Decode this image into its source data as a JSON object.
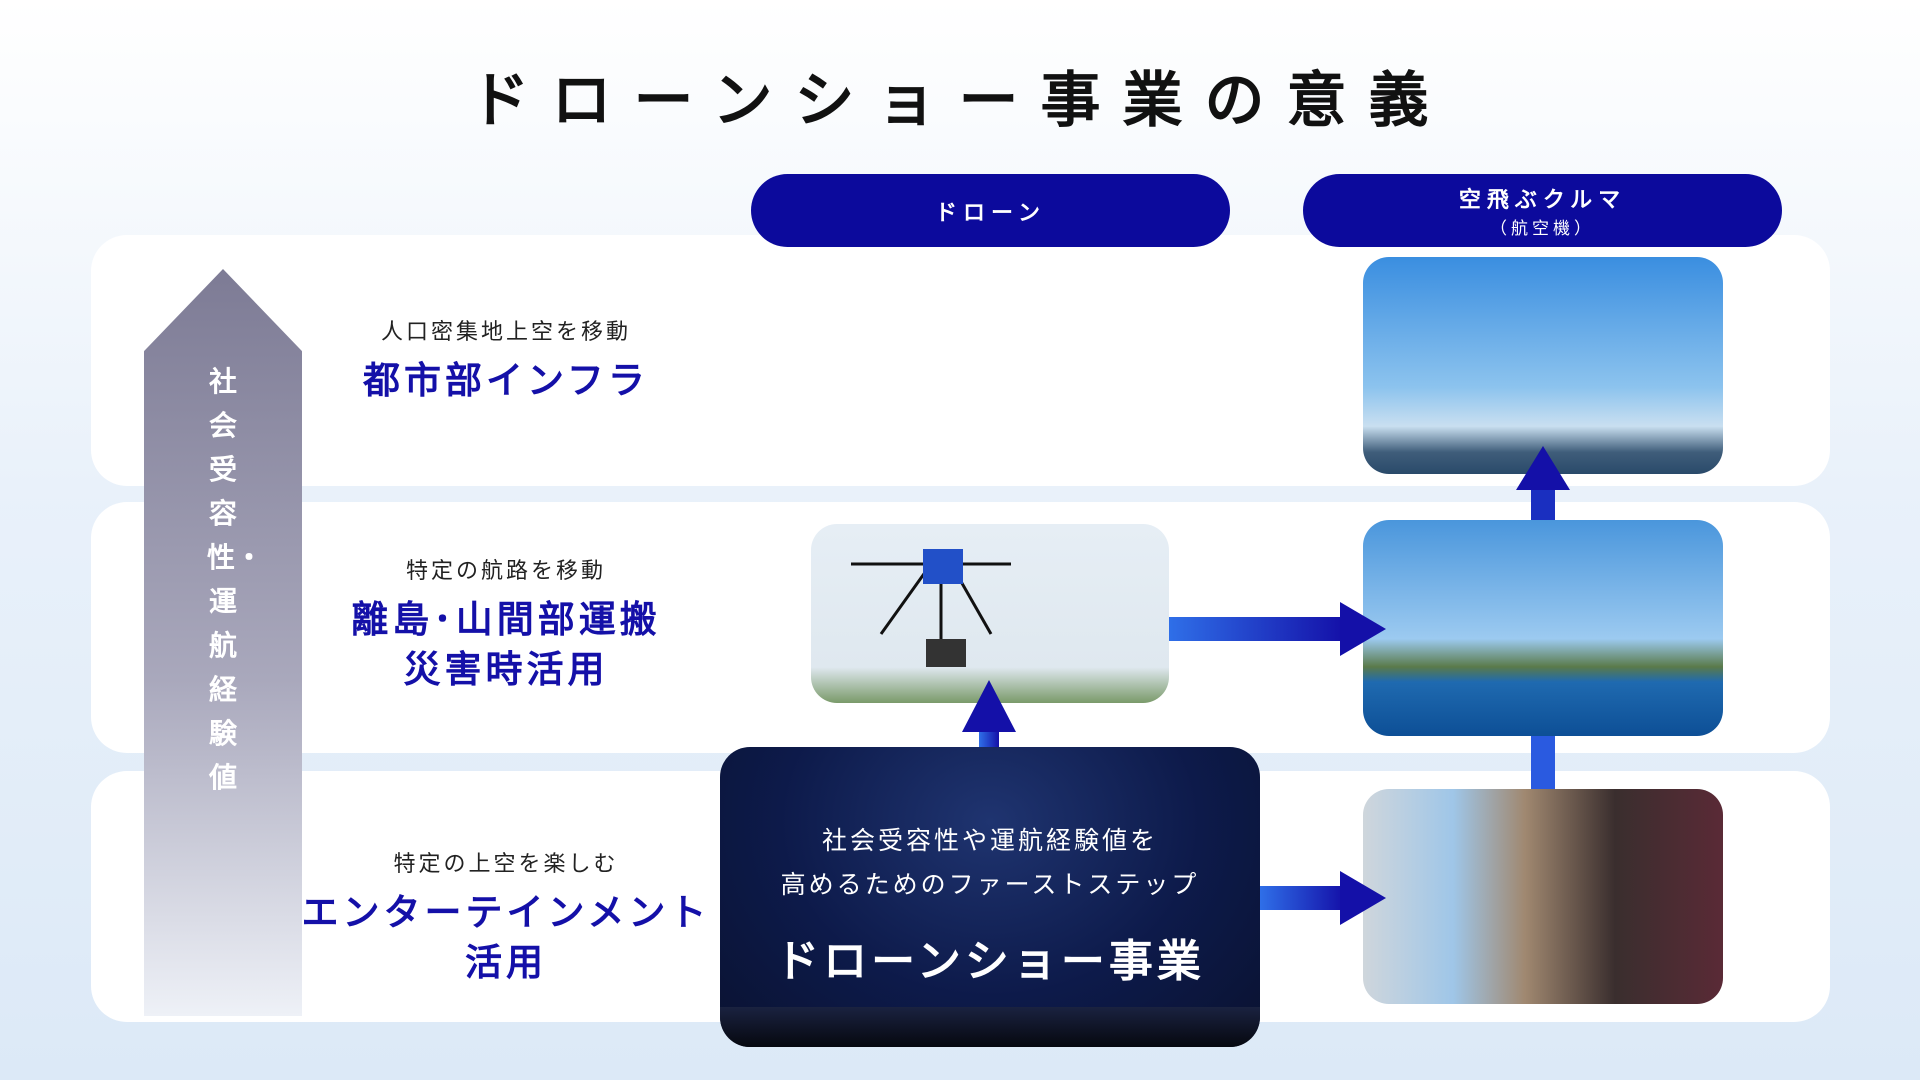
{
  "title": "ドローンショー事業の意義",
  "columns": {
    "drone": "ドローン",
    "aircar": "空飛ぶクルマ",
    "aircar_sub": "（航空機）"
  },
  "axis_label": "社会受容性・運航経験値",
  "rows": [
    {
      "small": "人口密集地上空を移動",
      "big": [
        "都市部インフラ"
      ]
    },
    {
      "small": "特定の航路を移動",
      "big": [
        "離島･山間部運搬",
        "災害時活用"
      ]
    },
    {
      "small": "特定の上空を楽しむ",
      "big": [
        "エンターテインメント",
        "活用"
      ]
    }
  ],
  "show_card": {
    "line1": "社会受容性や運航経験値を",
    "line2": "高めるためのファーストステップ",
    "headline": "ドローンショー事業"
  },
  "colors": {
    "navy": "#0c0a9c",
    "accent": "#1410a8"
  }
}
